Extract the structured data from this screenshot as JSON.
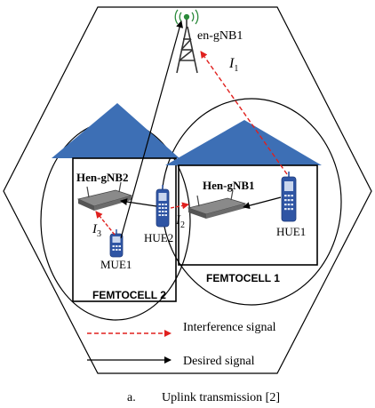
{
  "labels": {
    "macro_bs": "en-gNB1",
    "i1_base": "I",
    "i1_sub": "1",
    "i2_base": "I",
    "i2_sub": "2",
    "i3_base": "I",
    "i3_sub": "3",
    "hen_gnb2": "Hen-gNB2",
    "hen_gnb1": "Hen-gNB1",
    "hue1": "HUE1",
    "hue2": "HUE2",
    "mue1": "MUE1",
    "femtocell1": "FEMTOCELL 1",
    "femtocell2": "FEMTOCELL 2"
  },
  "legend": {
    "interference": "Interference signal",
    "desired": "Desired signal"
  },
  "caption": {
    "index": "a.",
    "text": "Uplink transmission [2]"
  },
  "colors": {
    "interference": "#e0201e",
    "desired": "#000000",
    "roof": "#3d6fb5",
    "phone": "#2f55a4",
    "tower": "#333333",
    "signal": "#2a8a3a"
  }
}
